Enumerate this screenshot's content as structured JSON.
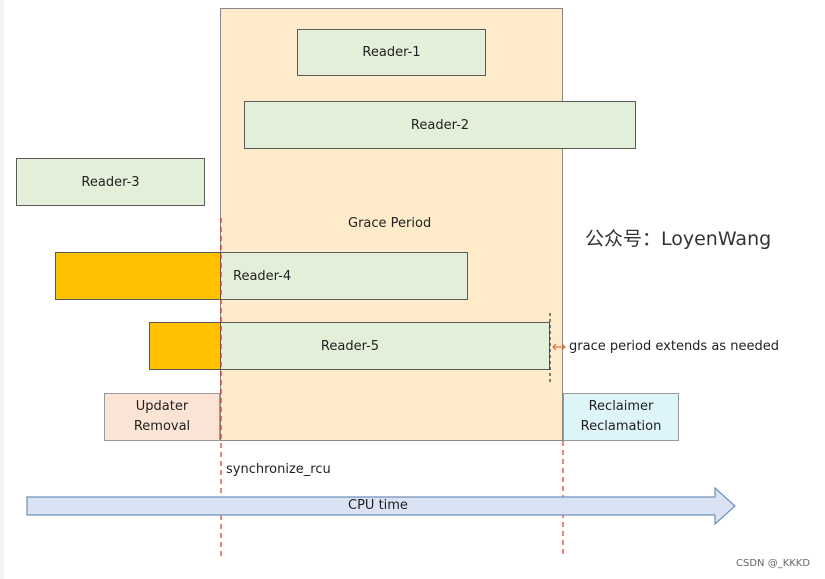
{
  "readers": {
    "r1": "Reader-1",
    "r2": "Reader-2",
    "r3": "Reader-3",
    "r4": "Reader-4",
    "r5": "Reader-5"
  },
  "grace_period_label": "Grace Period",
  "watermark": "公众号：LoyenWang",
  "extends_note": "grace period extends as needed",
  "updater": {
    "line1": "Updater",
    "line2": "Removal"
  },
  "reclaimer": {
    "line1": "Reclaimer",
    "line2": "Reclamation"
  },
  "sync_label": "synchronize_rcu",
  "cpu_time_label": "CPU time",
  "credit": "CSDN @_KKKD",
  "colors": {
    "grace_fill": "#fdebc9",
    "reader_fill": "#e2efd9",
    "pre_grace_fill": "#ffc000",
    "updater_fill": "#fbe4d5",
    "reclaimer_fill": "#ddf4f8",
    "arrow_fill": "#dae3f3",
    "marker_line": "#e03030"
  }
}
